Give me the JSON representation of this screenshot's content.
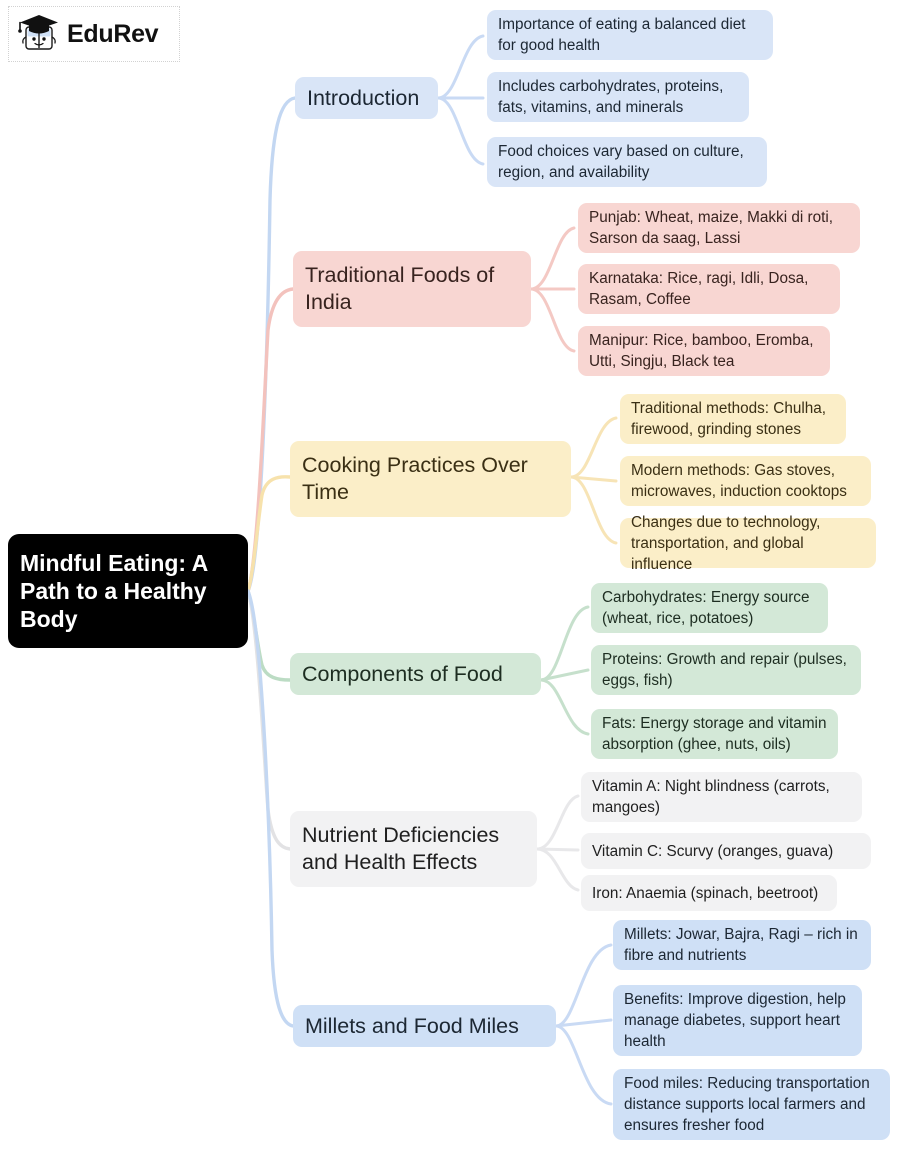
{
  "brand": {
    "name": "EduRev",
    "logo_icon": "graduation-cap-book-mascot-icon"
  },
  "mindmap": {
    "root": {
      "label": "Mindful Eating: A Path to a Healthy Body",
      "color": "#000000",
      "text_color": "#ffffff"
    },
    "branches": [
      {
        "label": "Introduction",
        "color": "#d9e5f7",
        "children": [
          {
            "label": "Importance of eating a balanced diet for good health"
          },
          {
            "label": "Includes carbohydrates, proteins, fats, vitamins, and minerals"
          },
          {
            "label": "Food choices vary based on culture, region, and availability"
          }
        ]
      },
      {
        "label": "Traditional Foods of India",
        "color": "#f8d6d2",
        "children": [
          {
            "label": "Punjab: Wheat, maize, Makki di roti, Sarson da saag, Lassi"
          },
          {
            "label": "Karnataka: Rice, ragi, Idli, Dosa, Rasam, Coffee"
          },
          {
            "label": "Manipur: Rice, bamboo, Eromba, Utti, Singju, Black tea"
          }
        ]
      },
      {
        "label": "Cooking Practices Over Time",
        "color": "#fbeec8",
        "children": [
          {
            "label": "Traditional methods: Chulha, firewood, grinding stones"
          },
          {
            "label": "Modern methods: Gas stoves, microwaves, induction cooktops"
          },
          {
            "label": "Changes due to technology, transportation, and global influence"
          }
        ]
      },
      {
        "label": "Components of Food",
        "color": "#d3e8d7",
        "children": [
          {
            "label": "Carbohydrates: Energy source (wheat, rice, potatoes)"
          },
          {
            "label": "Proteins: Growth and repair (pulses, eggs, fish)"
          },
          {
            "label": "Fats: Energy storage and vitamin absorption (ghee, nuts, oils)"
          }
        ]
      },
      {
        "label": "Nutrient Deficiencies and Health Effects",
        "color": "#f2f2f3",
        "children": [
          {
            "label": "Vitamin A: Night blindness (carrots, mangoes)"
          },
          {
            "label": "Vitamin C: Scurvy (oranges, guava)"
          },
          {
            "label": "Iron: Anaemia (spinach, beetroot)"
          }
        ]
      },
      {
        "label": "Millets and Food Miles",
        "color": "#cfe0f6",
        "children": [
          {
            "label": "Millets: Jowar, Bajra, Ragi – rich in fibre and nutrients"
          },
          {
            "label": "Benefits: Improve digestion, help manage diabetes, support heart health"
          },
          {
            "label": "Food miles: Reducing transportation distance supports local farmers and ensures fresher food"
          }
        ]
      }
    ]
  }
}
